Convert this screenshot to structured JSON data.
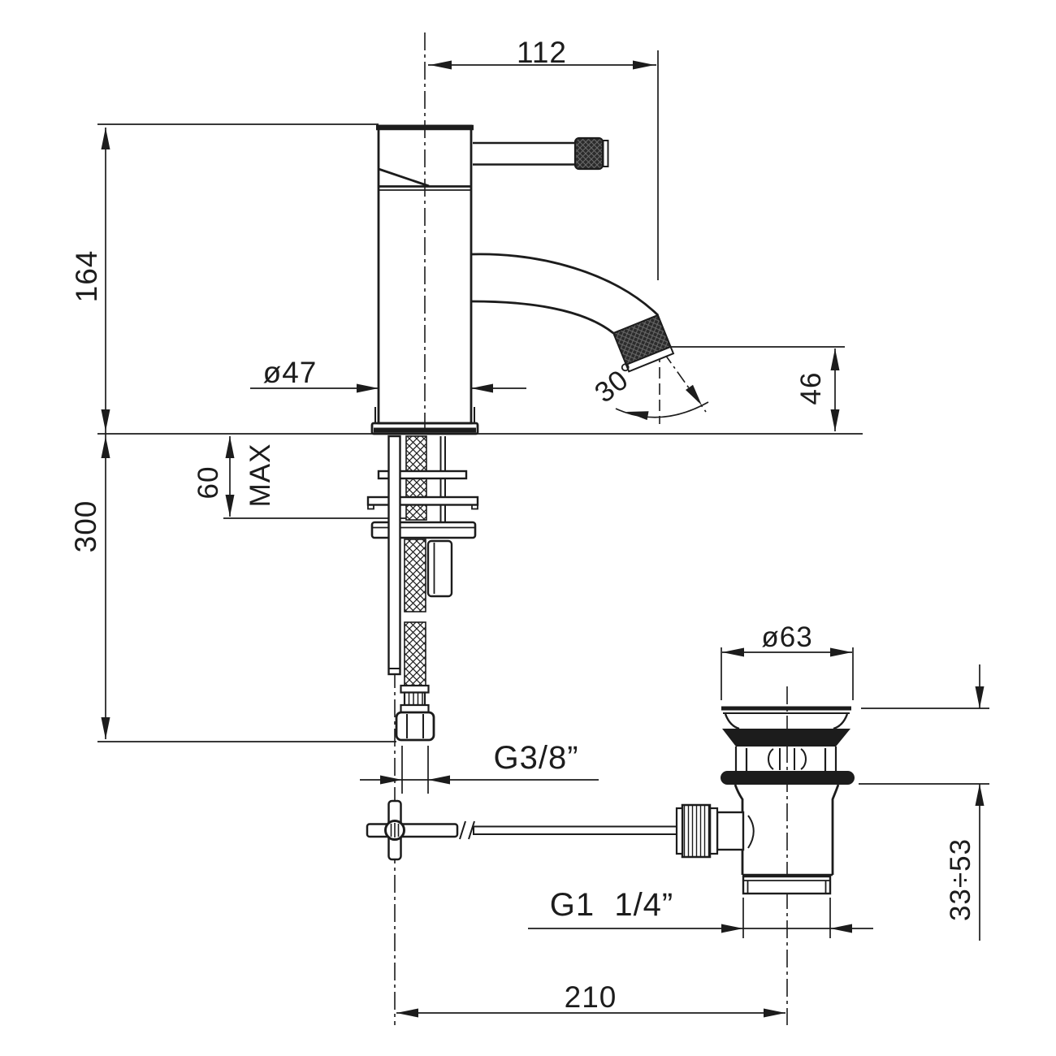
{
  "drawing": {
    "type": "technical-dimension-drawing",
    "subject": "single-lever bidet mixer tap with flexible hoses and pop-up waste",
    "colors": {
      "line": "#1c1c1c",
      "background": "#ffffff"
    },
    "dimensions": {
      "spout_projection": "112",
      "body_height": "164",
      "body_diameter": "ø47",
      "deck_thickness": "60",
      "deck_thickness_label": "MAX",
      "hose_length": "300",
      "spout_angle": "30°",
      "spout_outlet_height": "46",
      "hose_thread": "G3/8”",
      "waste_cap_diameter": "ø63",
      "waste_clamping_range": "33÷53",
      "waste_thread": "G1  1/4”",
      "centre_distance": "210"
    }
  }
}
